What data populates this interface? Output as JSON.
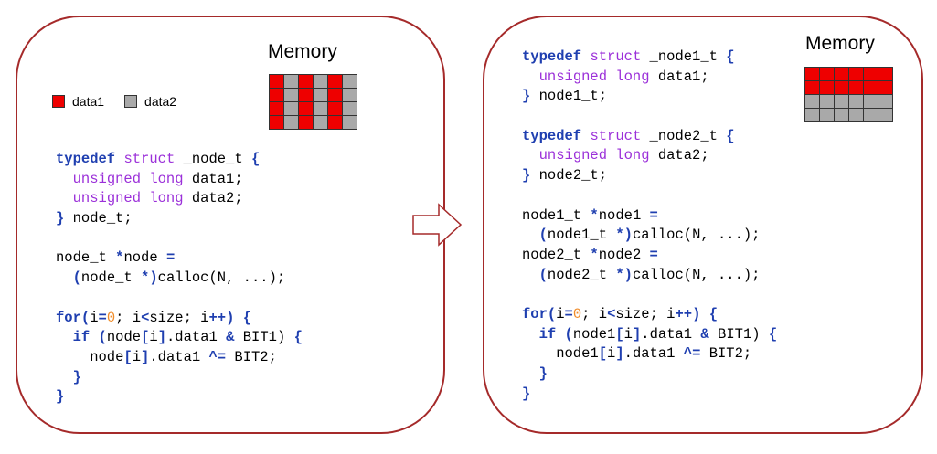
{
  "colors": {
    "panel_border": "#a52a2a",
    "data1": "#ee0000",
    "data2": "#a9a9a9",
    "keyword": "#1f3fb0",
    "type": "#9b30d9",
    "number": "#f08c2a"
  },
  "left": {
    "memory_title": "Memory",
    "memory_grid": {
      "rows": 4,
      "cols": 6,
      "cells": [
        "data1",
        "data2",
        "data1",
        "data2",
        "data1",
        "data2",
        "data1",
        "data2",
        "data1",
        "data2",
        "data1",
        "data2",
        "data1",
        "data2",
        "data1",
        "data2",
        "data1",
        "data2",
        "data1",
        "data2",
        "data1",
        "data2",
        "data1",
        "data2"
      ]
    },
    "legend": [
      {
        "key": "data1",
        "label": "data1"
      },
      {
        "key": "data2",
        "label": "data2"
      }
    ],
    "code": [
      [
        {
          "t": "kw",
          "s": "typedef"
        },
        {
          "t": "id",
          "s": " "
        },
        {
          "t": "type",
          "s": "struct"
        },
        {
          "t": "id",
          "s": " _node_t "
        },
        {
          "t": "kw",
          "s": "{"
        }
      ],
      [
        {
          "t": "id",
          "s": "  "
        },
        {
          "t": "type",
          "s": "unsigned long"
        },
        {
          "t": "id",
          "s": " data1;"
        }
      ],
      [
        {
          "t": "id",
          "s": "  "
        },
        {
          "t": "type",
          "s": "unsigned long"
        },
        {
          "t": "id",
          "s": " data2;"
        }
      ],
      [
        {
          "t": "kw",
          "s": "}"
        },
        {
          "t": "id",
          "s": " node_t;"
        }
      ],
      [],
      [
        {
          "t": "id",
          "s": "node_t "
        },
        {
          "t": "op",
          "s": "*"
        },
        {
          "t": "id",
          "s": "node "
        },
        {
          "t": "op",
          "s": "="
        }
      ],
      [
        {
          "t": "id",
          "s": "  "
        },
        {
          "t": "op",
          "s": "("
        },
        {
          "t": "id",
          "s": "node_t "
        },
        {
          "t": "op",
          "s": "*)"
        },
        {
          "t": "id",
          "s": "calloc(N, ...);"
        }
      ],
      [],
      [
        {
          "t": "kw",
          "s": "for"
        },
        {
          "t": "op",
          "s": "("
        },
        {
          "t": "id",
          "s": "i"
        },
        {
          "t": "op",
          "s": "="
        },
        {
          "t": "num",
          "s": "0"
        },
        {
          "t": "id",
          "s": "; i"
        },
        {
          "t": "op",
          "s": "<"
        },
        {
          "t": "id",
          "s": "size; i"
        },
        {
          "t": "op",
          "s": "++) {"
        }
      ],
      [
        {
          "t": "id",
          "s": "  "
        },
        {
          "t": "kw",
          "s": "if"
        },
        {
          "t": "id",
          "s": " "
        },
        {
          "t": "op",
          "s": "("
        },
        {
          "t": "id",
          "s": "node"
        },
        {
          "t": "op",
          "s": "["
        },
        {
          "t": "id",
          "s": "i"
        },
        {
          "t": "op",
          "s": "]"
        },
        {
          "t": "id",
          "s": ".data1 "
        },
        {
          "t": "op",
          "s": "&"
        },
        {
          "t": "id",
          "s": " BIT1) "
        },
        {
          "t": "kw",
          "s": "{"
        }
      ],
      [
        {
          "t": "id",
          "s": "    node"
        },
        {
          "t": "op",
          "s": "["
        },
        {
          "t": "id",
          "s": "i"
        },
        {
          "t": "op",
          "s": "]"
        },
        {
          "t": "id",
          "s": ".data1 "
        },
        {
          "t": "op",
          "s": "^="
        },
        {
          "t": "id",
          "s": " BIT2;"
        }
      ],
      [
        {
          "t": "id",
          "s": "  "
        },
        {
          "t": "kw",
          "s": "}"
        }
      ],
      [
        {
          "t": "kw",
          "s": "}"
        }
      ]
    ]
  },
  "right": {
    "memory_title": "Memory",
    "memory_grid": {
      "rows": 4,
      "cols": 6,
      "cells": [
        "data1",
        "data1",
        "data1",
        "data1",
        "data1",
        "data1",
        "data1",
        "data1",
        "data1",
        "data1",
        "data1",
        "data1",
        "data2",
        "data2",
        "data2",
        "data2",
        "data2",
        "data2",
        "data2",
        "data2",
        "data2",
        "data2",
        "data2",
        "data2"
      ]
    },
    "code": [
      [
        {
          "t": "kw",
          "s": "typedef"
        },
        {
          "t": "id",
          "s": " "
        },
        {
          "t": "type",
          "s": "struct"
        },
        {
          "t": "id",
          "s": " _node1_t "
        },
        {
          "t": "kw",
          "s": "{"
        }
      ],
      [
        {
          "t": "id",
          "s": "  "
        },
        {
          "t": "type",
          "s": "unsigned long"
        },
        {
          "t": "id",
          "s": " data1;"
        }
      ],
      [
        {
          "t": "kw",
          "s": "}"
        },
        {
          "t": "id",
          "s": " node1_t;"
        }
      ],
      [],
      [
        {
          "t": "kw",
          "s": "typedef"
        },
        {
          "t": "id",
          "s": " "
        },
        {
          "t": "type",
          "s": "struct"
        },
        {
          "t": "id",
          "s": " _node2_t "
        },
        {
          "t": "kw",
          "s": "{"
        }
      ],
      [
        {
          "t": "id",
          "s": "  "
        },
        {
          "t": "type",
          "s": "unsigned long"
        },
        {
          "t": "id",
          "s": " data2;"
        }
      ],
      [
        {
          "t": "kw",
          "s": "}"
        },
        {
          "t": "id",
          "s": " node2_t;"
        }
      ],
      [],
      [
        {
          "t": "id",
          "s": "node1_t "
        },
        {
          "t": "op",
          "s": "*"
        },
        {
          "t": "id",
          "s": "node1 "
        },
        {
          "t": "op",
          "s": "="
        }
      ],
      [
        {
          "t": "id",
          "s": "  "
        },
        {
          "t": "op",
          "s": "("
        },
        {
          "t": "id",
          "s": "node1_t "
        },
        {
          "t": "op",
          "s": "*)"
        },
        {
          "t": "id",
          "s": "calloc(N, ...);"
        }
      ],
      [
        {
          "t": "id",
          "s": "node2_t "
        },
        {
          "t": "op",
          "s": "*"
        },
        {
          "t": "id",
          "s": "node2 "
        },
        {
          "t": "op",
          "s": "="
        }
      ],
      [
        {
          "t": "id",
          "s": "  "
        },
        {
          "t": "op",
          "s": "("
        },
        {
          "t": "id",
          "s": "node2_t "
        },
        {
          "t": "op",
          "s": "*)"
        },
        {
          "t": "id",
          "s": "calloc(N, ...);"
        }
      ],
      [],
      [
        {
          "t": "kw",
          "s": "for"
        },
        {
          "t": "op",
          "s": "("
        },
        {
          "t": "id",
          "s": "i"
        },
        {
          "t": "op",
          "s": "="
        },
        {
          "t": "num",
          "s": "0"
        },
        {
          "t": "id",
          "s": "; i"
        },
        {
          "t": "op",
          "s": "<"
        },
        {
          "t": "id",
          "s": "size; i"
        },
        {
          "t": "op",
          "s": "++) {"
        }
      ],
      [
        {
          "t": "id",
          "s": "  "
        },
        {
          "t": "kw",
          "s": "if"
        },
        {
          "t": "id",
          "s": " "
        },
        {
          "t": "op",
          "s": "("
        },
        {
          "t": "id",
          "s": "node1"
        },
        {
          "t": "op",
          "s": "["
        },
        {
          "t": "id",
          "s": "i"
        },
        {
          "t": "op",
          "s": "]"
        },
        {
          "t": "id",
          "s": ".data1 "
        },
        {
          "t": "op",
          "s": "&"
        },
        {
          "t": "id",
          "s": " BIT1) "
        },
        {
          "t": "kw",
          "s": "{"
        }
      ],
      [
        {
          "t": "id",
          "s": "    node1"
        },
        {
          "t": "op",
          "s": "["
        },
        {
          "t": "id",
          "s": "i"
        },
        {
          "t": "op",
          "s": "]"
        },
        {
          "t": "id",
          "s": ".data1 "
        },
        {
          "t": "op",
          "s": "^="
        },
        {
          "t": "id",
          "s": " BIT2;"
        }
      ],
      [
        {
          "t": "id",
          "s": "  "
        },
        {
          "t": "kw",
          "s": "}"
        }
      ],
      [
        {
          "t": "kw",
          "s": "}"
        }
      ]
    ]
  }
}
